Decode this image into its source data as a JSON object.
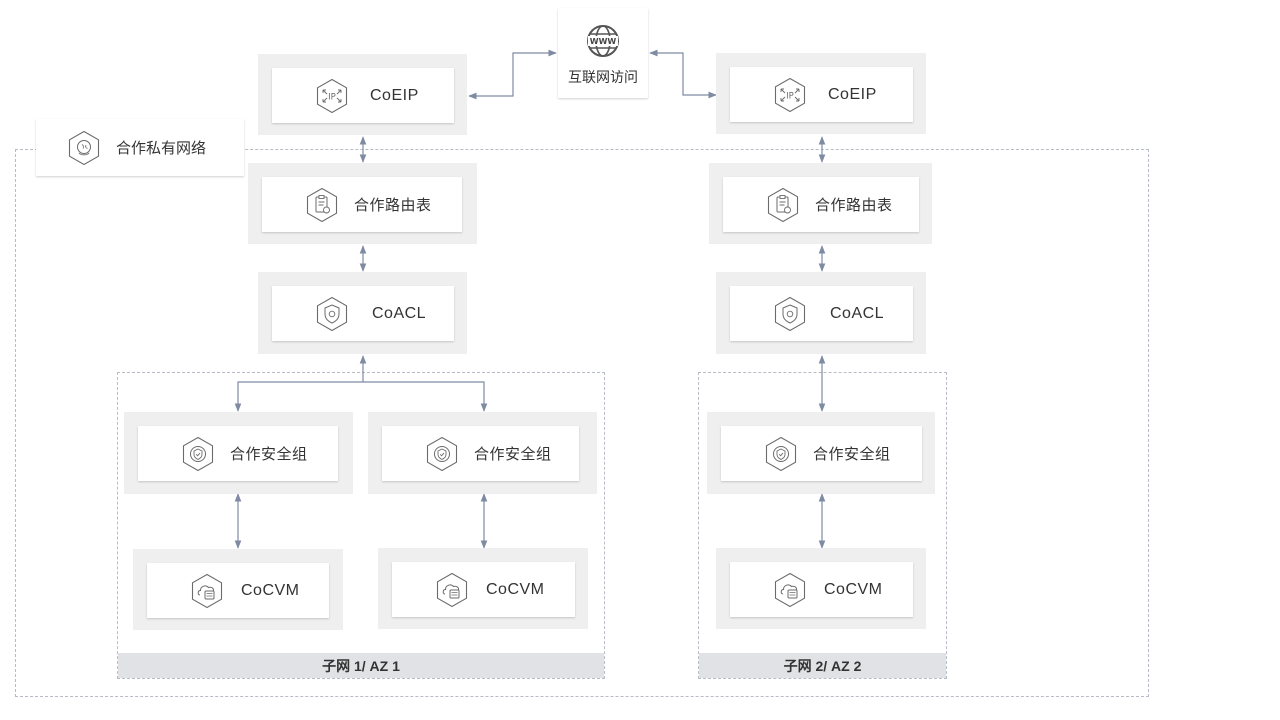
{
  "internet": {
    "label": "互联网访问",
    "icon": "www-globe-icon"
  },
  "vpc": {
    "label": "合作私有网络",
    "icon": "network-icon"
  },
  "left": {
    "eip": "CoEIP",
    "route_table": "合作路由表",
    "acl": "CoACL",
    "sg1": "合作安全组",
    "sg2": "合作安全组",
    "cvm1": "CoCVM",
    "cvm2": "CoCVM",
    "subnet": "子网 1/ AZ 1"
  },
  "right": {
    "eip": "CoEIP",
    "route_table": "合作路由表",
    "acl": "CoACL",
    "sg": "合作安全组",
    "cvm": "CoCVM",
    "subnet": "子网 2/ AZ 2"
  },
  "colors": {
    "connector": "#7f8aa3",
    "dashed_border": "#b8bcc4",
    "outer_box": "#efefef",
    "footer": "#e1e2e6",
    "icon_stroke": "#6b6b6b"
  }
}
